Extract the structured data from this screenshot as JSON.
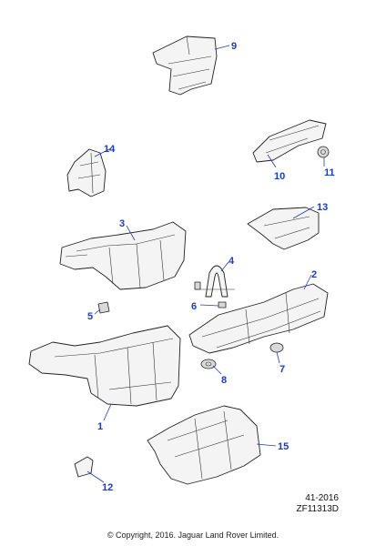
{
  "diagram": {
    "callouts": [
      {
        "id": "1",
        "label": "1"
      },
      {
        "id": "2",
        "label": "2"
      },
      {
        "id": "3",
        "label": "3"
      },
      {
        "id": "4",
        "label": "4"
      },
      {
        "id": "5",
        "label": "5"
      },
      {
        "id": "6",
        "label": "6"
      },
      {
        "id": "7",
        "label": "7"
      },
      {
        "id": "8",
        "label": "8"
      },
      {
        "id": "9",
        "label": "9"
      },
      {
        "id": "10",
        "label": "10"
      },
      {
        "id": "11",
        "label": "11"
      },
      {
        "id": "12",
        "label": "12"
      },
      {
        "id": "13",
        "label": "13"
      },
      {
        "id": "14",
        "label": "14"
      },
      {
        "id": "15",
        "label": "15"
      }
    ],
    "colors": {
      "callout": "#1a3cc8",
      "line": "#222222"
    }
  },
  "reference": {
    "section": "41-2016",
    "figure_code": "ZF11313D"
  },
  "footer": {
    "copyright": "© Copyright, 2016. Jaguar Land Rover Limited."
  }
}
